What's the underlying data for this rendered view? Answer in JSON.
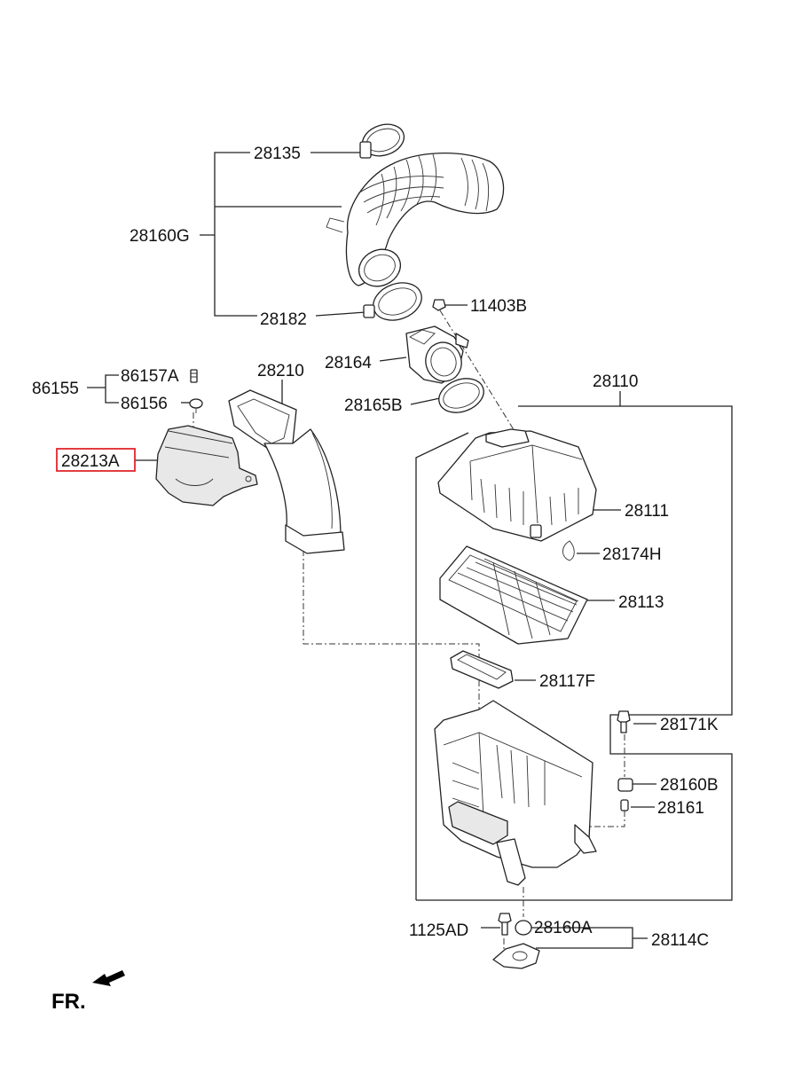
{
  "parts": {
    "p28135": "28135",
    "p28160G": "28160G",
    "p28182": "28182",
    "p11403B": "11403B",
    "p28164": "28164",
    "p28165B": "28165B",
    "p28210": "28210",
    "p86157A": "86157A",
    "p86155": "86155",
    "p86156": "86156",
    "p28213A": "28213A",
    "p28110": "28110",
    "p28111": "28111",
    "p28174H": "28174H",
    "p28113": "28113",
    "p28117F": "28117F",
    "p28171K": "28171K",
    "p28160B": "28160B",
    "p28161": "28161",
    "p1125AD": "1125AD",
    "p28160A": "28160A",
    "p28114C": "28114C"
  },
  "direction_label": "FR.",
  "highlight": {
    "part": "28213A",
    "color": "#e0262c"
  },
  "icons": {
    "front_arrow": "arrow-icon"
  }
}
